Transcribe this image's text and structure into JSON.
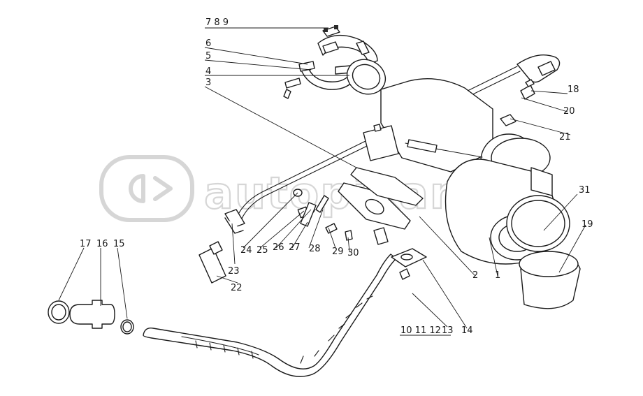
{
  "watermark": {
    "text": "autopikar.ru",
    "logo_color": "#d6d6d6"
  },
  "ink_color": "#1a1a1a",
  "callouts": {
    "c1": "1",
    "c2": "2",
    "c3": "3",
    "c4": "4",
    "c5": "5",
    "c6": "6",
    "c789": "7 8 9",
    "c10_11_12": "10 11 12",
    "c13": "13",
    "c14": "14",
    "c15": "15",
    "c16": "16",
    "c17": "17",
    "c18": "18",
    "c19": "19",
    "c20": "20",
    "c21": "21",
    "c22": "22",
    "c23": "23",
    "c24": "24",
    "c25": "25",
    "c26": "26",
    "c27": "27",
    "c28": "28",
    "c29": "29",
    "c30": "30",
    "c31": "31"
  }
}
